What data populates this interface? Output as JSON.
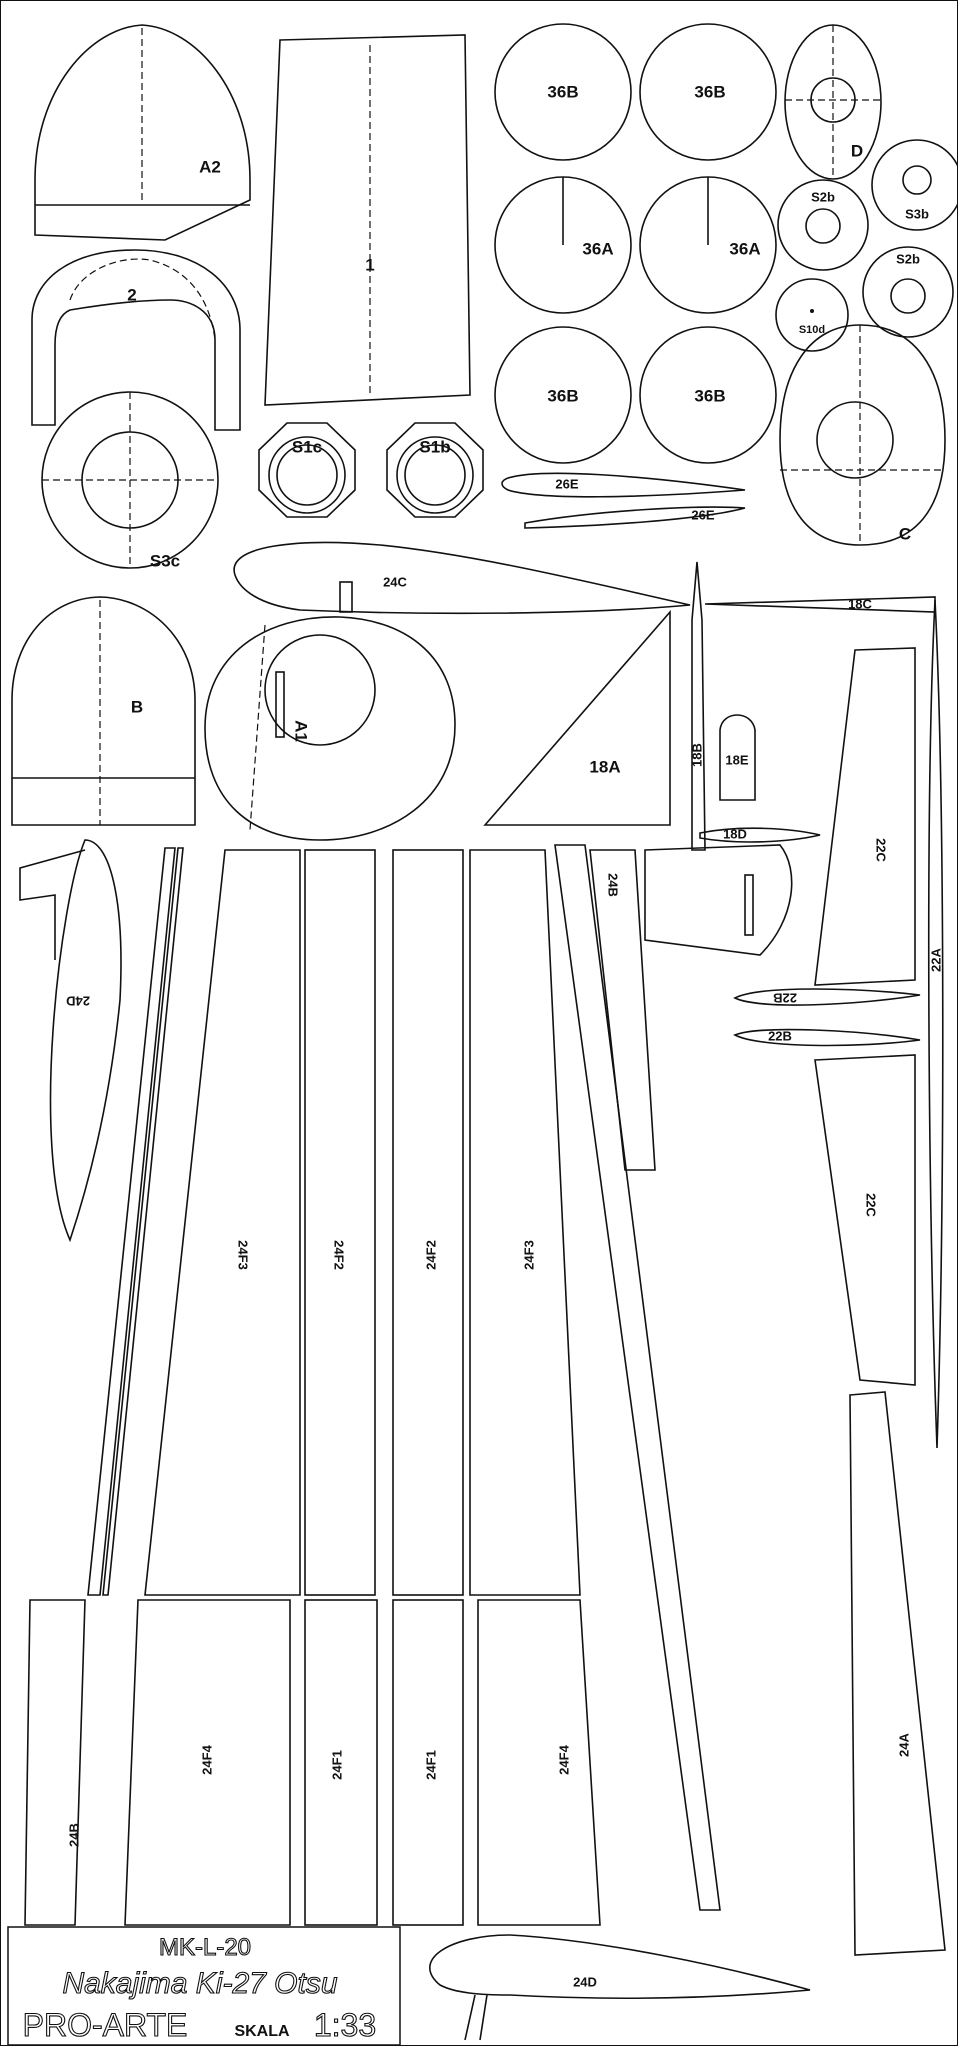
{
  "sheet": {
    "title_block": {
      "code": "MK-L-20",
      "model": "Nakajima Ki-27 Otsu",
      "publisher": "PRO-ARTE",
      "scale_label": "SKALA",
      "scale": "1:33"
    },
    "parts": {
      "a2": "A2",
      "p1": "1",
      "p2": "2",
      "c36b_1": "36B",
      "c36b_2": "36B",
      "c36a_1": "36A",
      "c36a_2": "36A",
      "c36b_3": "36B",
      "c36b_4": "36B",
      "d": "D",
      "s2b_1": "S2b",
      "s3b": "S3b",
      "s2b_2": "S2b",
      "s10d": "S10d",
      "s3c": "S3c",
      "s1c": "S1c",
      "s1b": "S1b",
      "e26_1": "26E",
      "e26_2": "26E",
      "c": "C",
      "c24": "24C",
      "c18": "18C",
      "b": "B",
      "a1": "A1",
      "a18": "18A",
      "b18": "18B",
      "e18": "18E",
      "d18": "18D",
      "c22_1": "22C",
      "a22": "22A",
      "b22_1": "22B",
      "b22_2": "22B",
      "c22_2": "22C",
      "d24_side": "24D",
      "f3_1": "24F3",
      "f2_1": "24F2",
      "f2_2": "24F2",
      "f3_2": "24F3",
      "b24_1": "24B",
      "b24_2": "24B",
      "f4_1": "24F4",
      "f1_1": "24F1",
      "f1_2": "24F1",
      "f4_2": "24F4",
      "a24": "24A",
      "d24": "24D"
    }
  }
}
